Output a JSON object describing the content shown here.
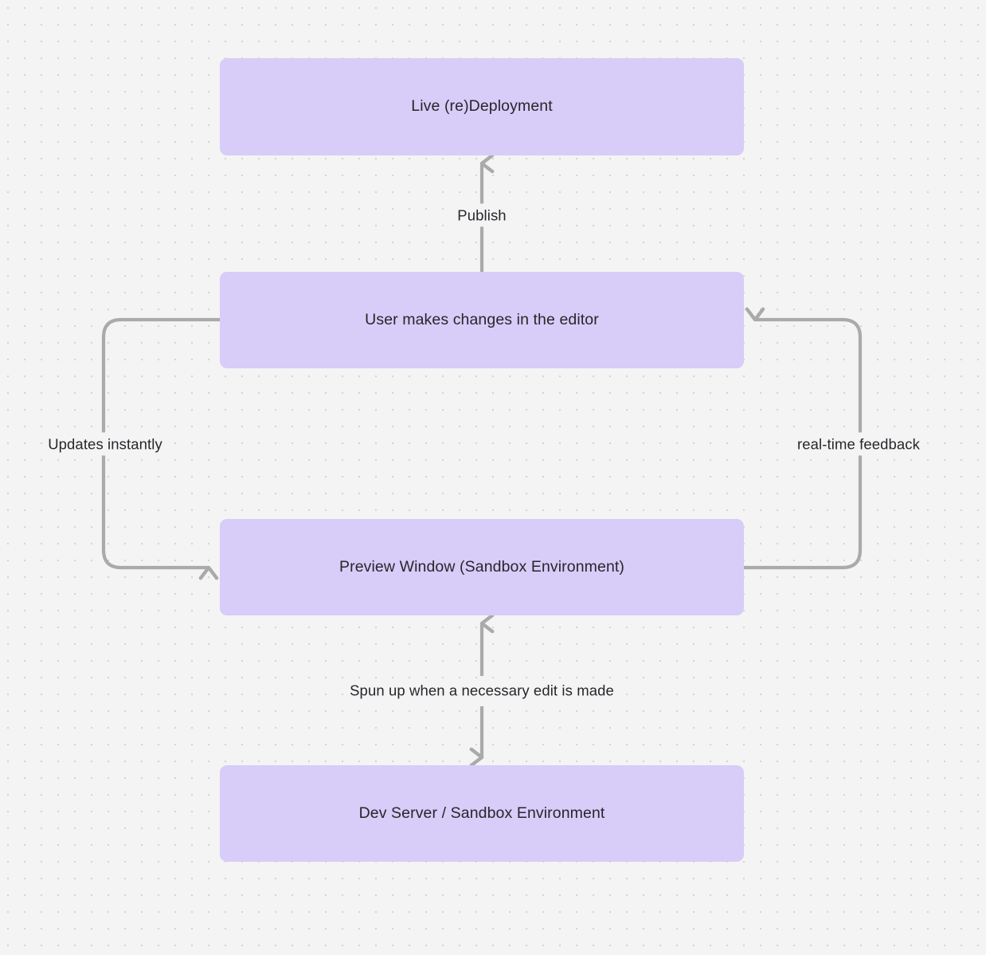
{
  "canvas": {
    "background_color": "#f4f4f5",
    "dot_color": "#d4d4d8",
    "node_color": "#d8ccf8",
    "edge_color": "#aaaaaa",
    "text_color": "#27262b"
  },
  "diagram": {
    "type": "flowchart",
    "nodes": [
      {
        "id": "live-deployment",
        "label": "Live (re)Deployment"
      },
      {
        "id": "user-edits",
        "label": "User makes changes in the editor"
      },
      {
        "id": "preview-window",
        "label": "Preview Window (Sandbox Environment)"
      },
      {
        "id": "dev-server",
        "label": "Dev Server / Sandbox Environment"
      }
    ],
    "edges": [
      {
        "id": "publish",
        "from": "user-edits",
        "to": "live-deployment",
        "label": "Publish",
        "direction": "up"
      },
      {
        "id": "updates-instantly",
        "from": "user-edits",
        "to": "preview-window",
        "label": "Updates instantly",
        "direction": "left-loop"
      },
      {
        "id": "real-time-feedback",
        "from": "preview-window",
        "to": "user-edits",
        "label": "real-time feedback",
        "direction": "right-loop"
      },
      {
        "id": "spun-up",
        "from": "preview-window",
        "to": "dev-server",
        "label": "Spun up when a necessary edit is made",
        "direction": "bidirectional"
      }
    ]
  }
}
